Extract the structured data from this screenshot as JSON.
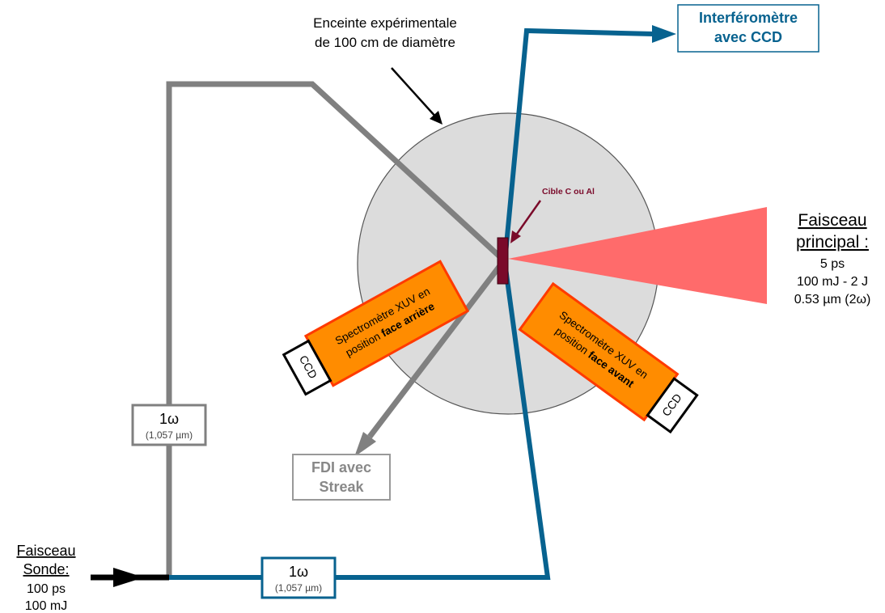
{
  "chamber": {
    "line1": "Enceinte expérimentale",
    "line2": "de 100 cm de diamètre"
  },
  "target": {
    "label": "Cible C ou Al"
  },
  "interferometer": {
    "line1": "Interféromètre",
    "line2": "avec CCD"
  },
  "main_beam": {
    "title_line1": "Faisceau",
    "title_line2": "principal :",
    "duration": "5 ps",
    "energy": "100 mJ - 2 J",
    "wavelength": "0.53 µm (2ω)"
  },
  "probe_beam": {
    "title_line1": "Faisceau",
    "title_line2": "Sonde:",
    "duration": "100 ps",
    "energy": "100 mJ"
  },
  "fdi": {
    "line1": "FDI avec",
    "line2": "Streak"
  },
  "spectro_rear": {
    "line1": "Spectromètre XUV en",
    "line2_normal": "position ",
    "line2_bold": "face arrière",
    "ccd": "CCD"
  },
  "spectro_front": {
    "line1": "Spectromètre XUV en",
    "line2_normal": "position ",
    "line2_bold": "face avant",
    "ccd": "CCD"
  },
  "omega_gray": {
    "symbol": "1ω",
    "wavelength": "(1,057 µm)"
  },
  "omega_blue": {
    "symbol": "1ω",
    "wavelength": "(1,057 µm)"
  },
  "colors": {
    "gray_beam": "#808080",
    "blue_beam": "#07628f",
    "main_beam": "#ff6b6b",
    "spectrometer": "#ff8c00",
    "target": "#7a0a2a",
    "chamber_fill": "#dcdcdc"
  }
}
